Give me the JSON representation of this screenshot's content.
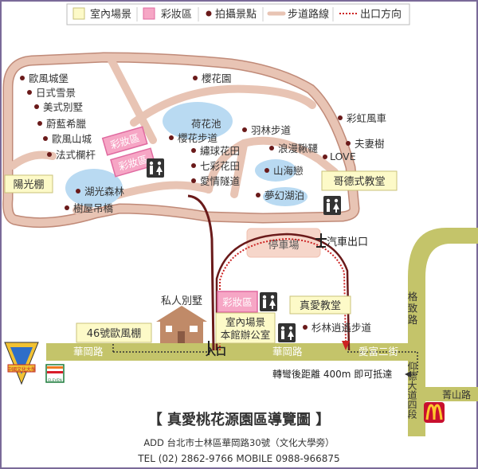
{
  "legend": {
    "indoor": "室內場景",
    "makeup": "彩妝區",
    "photo_spot": "拍攝景點",
    "trail": "步道路線",
    "exit": "出口方向"
  },
  "colors": {
    "park_path": "#e8c4b4",
    "park_border": "#c08a78",
    "road": "#c4c46a",
    "indoor_fill": "#fdfac8",
    "makeup_fill": "#f6a6c5",
    "makeup_border": "#e06aa0",
    "water": "#b9daf2",
    "parking": "#f6d6ca",
    "brown_route": "#6a1a1a",
    "exit_red": "#cc2222",
    "frame": "#7a6a98",
    "dot": "#6a1a1a"
  },
  "spots": {
    "castle": "歐風城堡",
    "snow": "日式雪景",
    "villa_us": "美式別墅",
    "greek": "蔚藍希臘",
    "euro_mountain": "歐風山城",
    "french_fence": "法式欄杆",
    "lake_forest": "湖光森林",
    "tree_bridge": "樹屋吊橋",
    "cherry_garden": "櫻花園",
    "lotus_pond": "荷花池",
    "cherry_trail": "櫻花步道",
    "hydrangea": "繡球花田",
    "rainbow_flower": "七彩花田",
    "love_tunnel": "愛情隧道",
    "feather_trail": "羽林步道",
    "romantic_swing": "浪漫鞦韆",
    "love": "LOVE",
    "rainbow_wind": "彩虹風車",
    "couple_tree": "夫妻樹",
    "sea_love": "山海戀",
    "dream_lake": "夢幻湖泊",
    "cedar_trail": "杉林逍遙步道"
  },
  "boxes": {
    "sunshine_shed": "陽光棚",
    "gothic_church": "哥德式教堂",
    "true_love_church": "真愛教堂",
    "euro_shed_46": "46號歐風棚",
    "indoor_scene_line1": "室內場景",
    "indoor_scene_line2": "本館辦公室",
    "makeup_1": "彩妝區",
    "makeup_2": "彩妝區",
    "makeup_3": "彩妝區",
    "parking": "停車場",
    "private_villa": "私人別墅"
  },
  "map_labels": {
    "exit_label": "汽車出口",
    "entrance": "入口",
    "road_hualong_1": "華岡路",
    "road_hualong_2": "華岡路",
    "road_aifu": "愛富二街",
    "road_gezhi": "格致路",
    "road_yangde": "仰德大道四段",
    "road_qingshan": "菁山路",
    "turn_note": "轉彎後距離 400m 即可抵達",
    "logo_text": "中國文化大學",
    "store_label": "ELEVEN"
  },
  "footer": {
    "title": "【 真愛桃花源園區導覽圖 】",
    "address": "ADD 台北市士林區華岡路30號（文化大學旁）",
    "tel": "TEL (02) 2862-9766  MOBILE 0988-966875"
  }
}
